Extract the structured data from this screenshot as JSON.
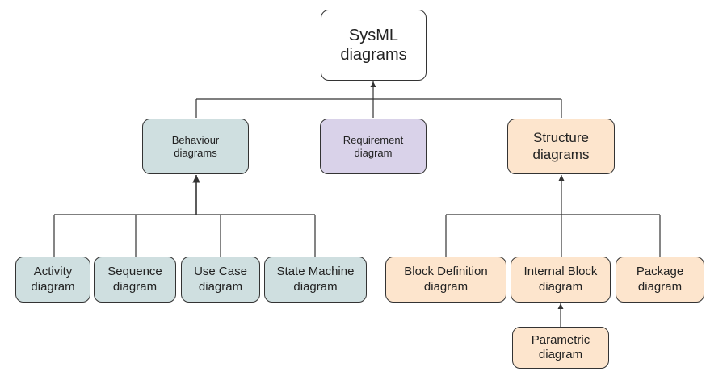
{
  "colors": {
    "behaviour": "#cfdfe0",
    "requirement": "#d9d2e9",
    "structure": "#fde5cd",
    "root": "#ffffff",
    "line": "#333333"
  },
  "root": {
    "line1": "SysML",
    "line2": "diagrams"
  },
  "behaviour": {
    "line1": "Behaviour",
    "line2": "diagrams"
  },
  "requirement": {
    "line1": "Requirement",
    "line2": "diagram"
  },
  "structure": {
    "line1": "Structure",
    "line2": "diagrams"
  },
  "activity": {
    "line1": "Activity",
    "line2": "diagram"
  },
  "sequence": {
    "line1": "Sequence",
    "line2": "diagram"
  },
  "use_case": {
    "line1": "Use Case",
    "line2": "diagram"
  },
  "state_machine": {
    "line1": "State Machine",
    "line2": "diagram"
  },
  "block_definition": {
    "line1": "Block Definition",
    "line2": "diagram"
  },
  "internal_block": {
    "line1": "Internal Block",
    "line2": "diagram"
  },
  "package": {
    "line1": "Package",
    "line2": "diagram"
  },
  "parametric": {
    "line1": "Parametric",
    "line2": "diagram"
  }
}
